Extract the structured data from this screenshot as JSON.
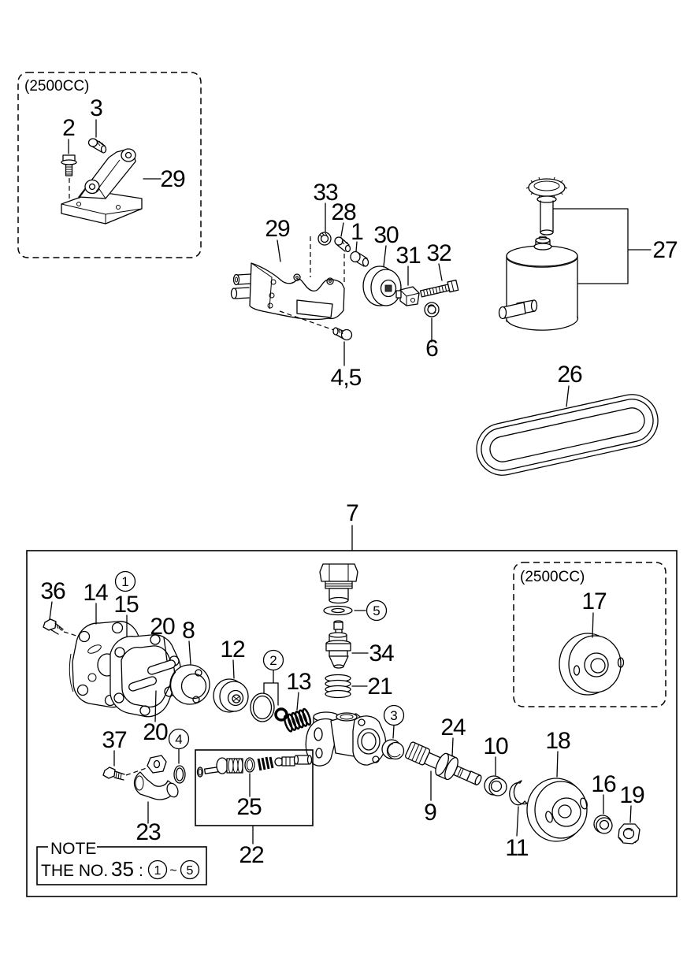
{
  "diagram": {
    "variant_box_top": "(2500CC)",
    "variant_box_inner": "(2500CC)"
  },
  "note": {
    "title": "NOTE",
    "text_prefix": "THE NO.",
    "part_number": "35",
    "colon": ":",
    "range_start": "1",
    "range_tilde": "~",
    "range_end": "5"
  },
  "callouts": [
    {
      "part": "2"
    },
    {
      "part": "3"
    },
    {
      "part": "29"
    },
    {
      "part": "33"
    },
    {
      "part": "28"
    },
    {
      "part": "1"
    },
    {
      "part": "29"
    },
    {
      "part": "30"
    },
    {
      "part": "31"
    },
    {
      "part": "32"
    },
    {
      "part": "6"
    },
    {
      "part": "4,5"
    },
    {
      "part": "27"
    },
    {
      "part": "26"
    },
    {
      "part": "7"
    },
    {
      "part": "36"
    },
    {
      "part": "14"
    },
    {
      "part": "15"
    },
    {
      "part": "20"
    },
    {
      "part": "8"
    },
    {
      "part": "12"
    },
    {
      "part": "13"
    },
    {
      "part": "34"
    },
    {
      "part": "21"
    },
    {
      "part": "24"
    },
    {
      "part": "10"
    },
    {
      "part": "18"
    },
    {
      "part": "16"
    },
    {
      "part": "19"
    },
    {
      "part": "9"
    },
    {
      "part": "11"
    },
    {
      "part": "20"
    },
    {
      "part": "37"
    },
    {
      "part": "23"
    },
    {
      "part": "25"
    },
    {
      "part": "22"
    },
    {
      "part": "17"
    }
  ],
  "circled_callouts": [
    {
      "number": "1"
    },
    {
      "number": "2"
    },
    {
      "number": "5"
    },
    {
      "number": "3"
    },
    {
      "number": "4"
    }
  ]
}
